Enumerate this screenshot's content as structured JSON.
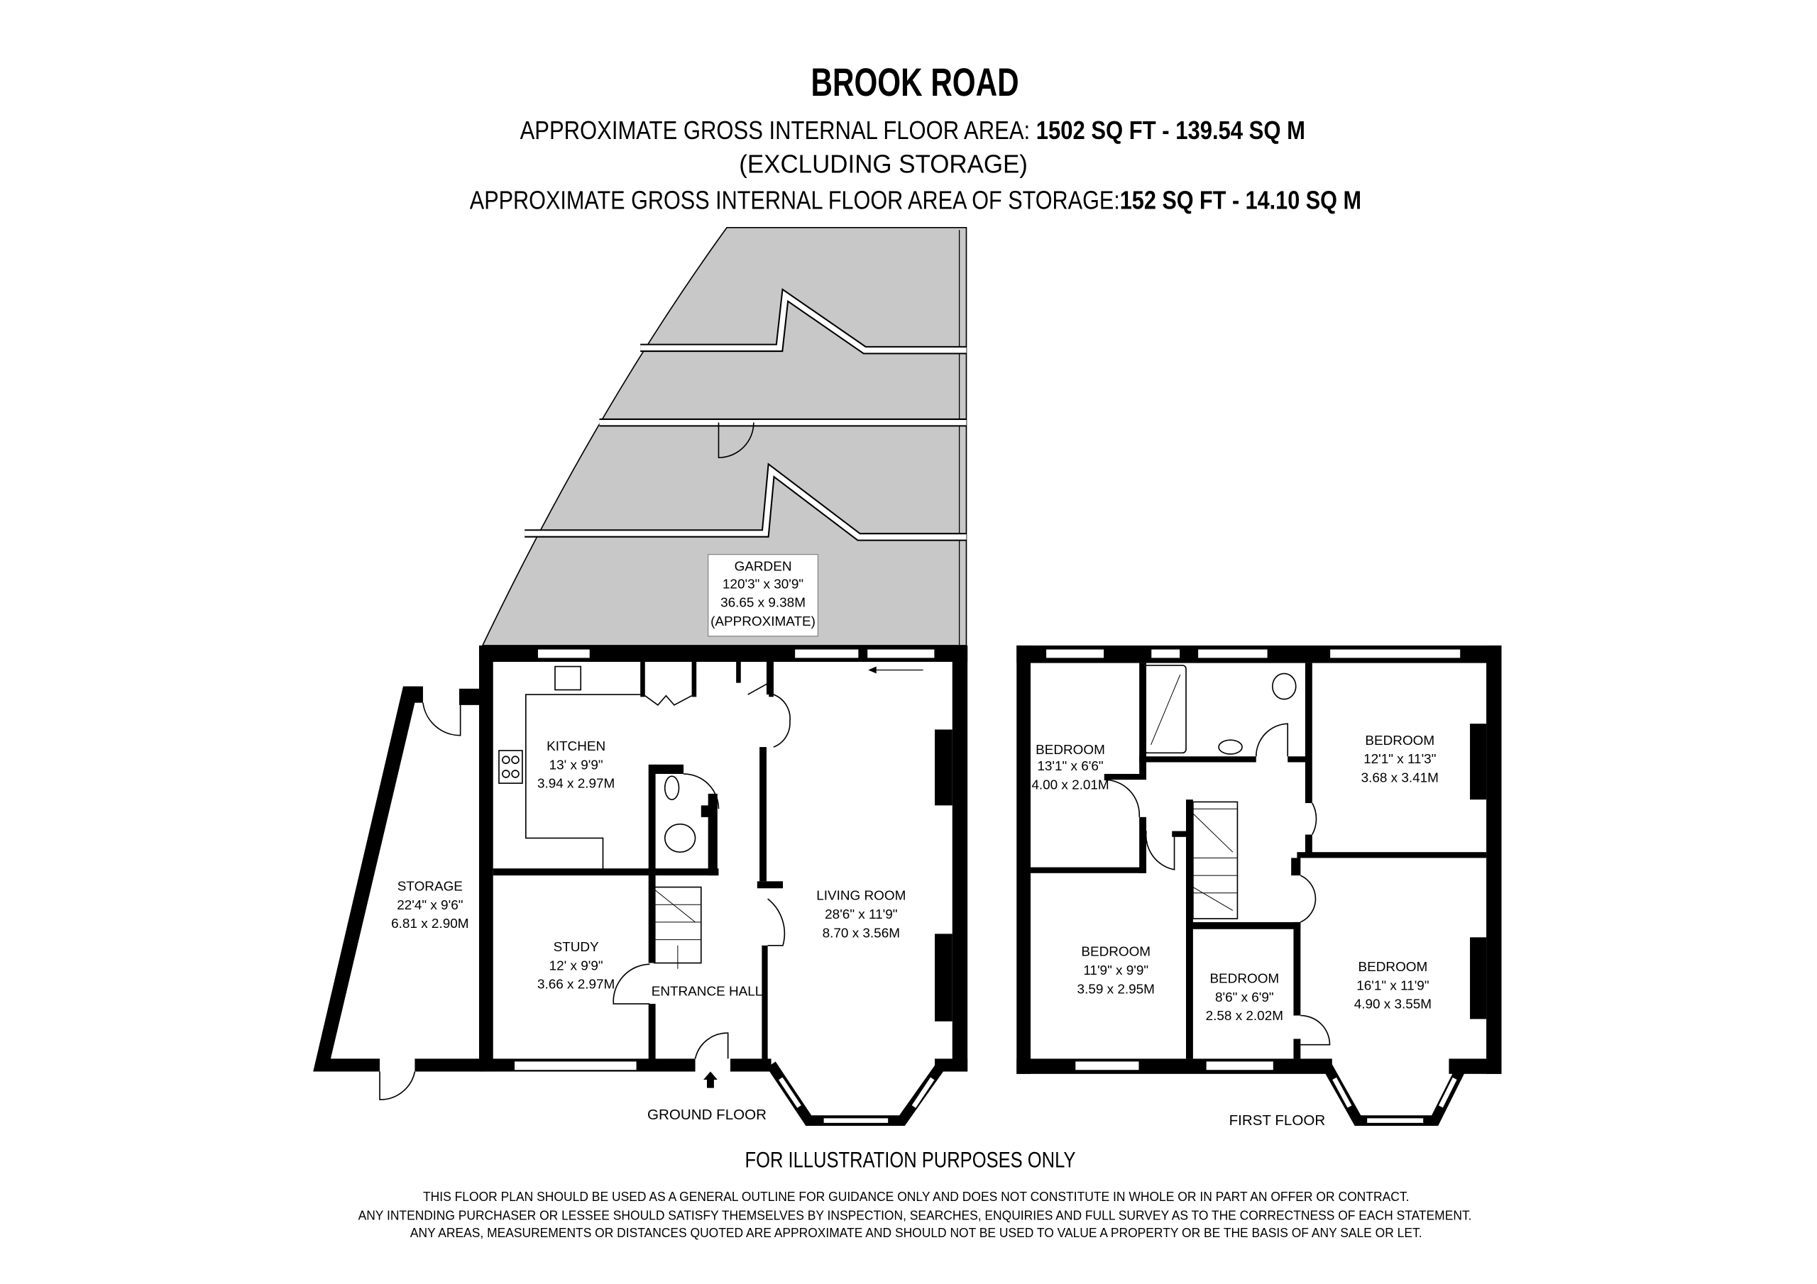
{
  "header": {
    "title": "BROOK ROAD",
    "area_label": "APPROXIMATE GROSS INTERNAL FLOOR AREA: ",
    "area_value": "1502 SQ FT  -  139.54 SQ M",
    "area_note": "(EXCLUDING STORAGE)",
    "storage_label": "APPROXIMATE GROSS INTERNAL FLOOR AREA OF STORAGE:",
    "storage_value": "152 SQ FT  -  14.10 SQ M"
  },
  "garden": {
    "name": "GARDEN",
    "imperial": "120'3\" x 30'9\"",
    "metric": "36.65 x 9.38M",
    "note": "(APPROXIMATE)"
  },
  "ground_floor": {
    "label": "GROUND FLOOR",
    "rooms": [
      {
        "name": "KITCHEN",
        "imperial": "13' x 9'9\"",
        "metric": "3.94 x 2.97M"
      },
      {
        "name": "STORAGE",
        "imperial": "22'4\" x 9'6\"",
        "metric": "6.81 x 2.90M"
      },
      {
        "name": "STUDY",
        "imperial": "12' x 9'9\"",
        "metric": "3.66 x 2.97M"
      },
      {
        "name": "ENTRANCE HALL"
      },
      {
        "name": "LIVING ROOM",
        "imperial": "28'6\" x 11'9\"",
        "metric": "8.70 x 3.56M"
      }
    ]
  },
  "first_floor": {
    "label": "FIRST FLOOR",
    "rooms": [
      {
        "name": "BEDROOM",
        "imperial": "13'1\" x 6'6\"",
        "metric": "4.00 x 2.01M"
      },
      {
        "name": "BEDROOM",
        "imperial": "12'1\" x 11'3\"",
        "metric": "3.68 x 3.41M"
      },
      {
        "name": "BEDROOM",
        "imperial": "11'9\" x 9'9\"",
        "metric": "3.59 x 2.95M"
      },
      {
        "name": "BEDROOM",
        "imperial": "8'6\" x 6'9\"",
        "metric": "2.58 x 2.02M"
      },
      {
        "name": "BEDROOM",
        "imperial": "16'1\" x 11'9\"",
        "metric": "4.90 x 3.55M"
      }
    ]
  },
  "footer": {
    "notice": "FOR ILLUSTRATION PURPOSES ONLY",
    "disclaimer": [
      "THIS FLOOR PLAN SHOULD BE USED AS A GENERAL OUTLINE FOR GUIDANCE ONLY AND DOES NOT CONSTITUTE IN WHOLE OR IN PART AN OFFER OR CONTRACT.",
      "ANY INTENDING PURCHASER OR LESSEE SHOULD SATISFY THEMSELVES BY INSPECTION, SEARCHES, ENQUIRIES AND FULL SURVEY AS TO THE CORRECTNESS OF EACH STATEMENT.",
      "ANY AREAS, MEASUREMENTS OR DISTANCES QUOTED ARE APPROXIMATE AND SHOULD NOT BE USED TO VALUE A PROPERTY OR BE THE BASIS OF ANY SALE OR LET."
    ]
  },
  "colors": {
    "garden": "#c8c8c8",
    "walls": "#000000"
  }
}
